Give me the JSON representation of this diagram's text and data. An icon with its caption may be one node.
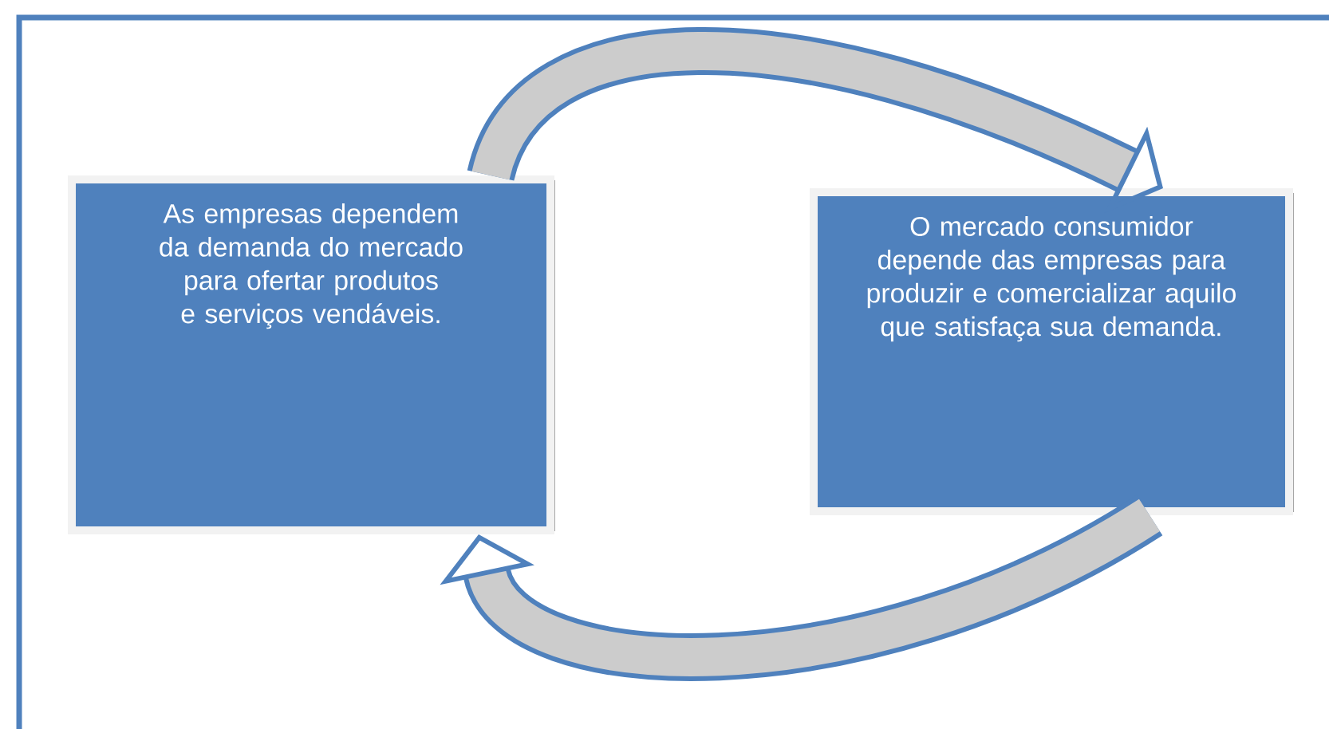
{
  "diagram": {
    "nodes": [
      {
        "text": [
          "As empresas dependem da demanda do mercado para ofertar produtos e serviços vendáveis."
        ]
      },
      {
        "text": [
          "O mercado consumidor depende das empresas para produzir e comercializar aquilo que satisfaça sua demanda."
        ]
      }
    ],
    "edges": [
      {
        "from": 0,
        "to": 1,
        "arrow": "to"
      },
      {
        "from": 1,
        "to": 0,
        "arrow": "to"
      }
    ]
  }
}
